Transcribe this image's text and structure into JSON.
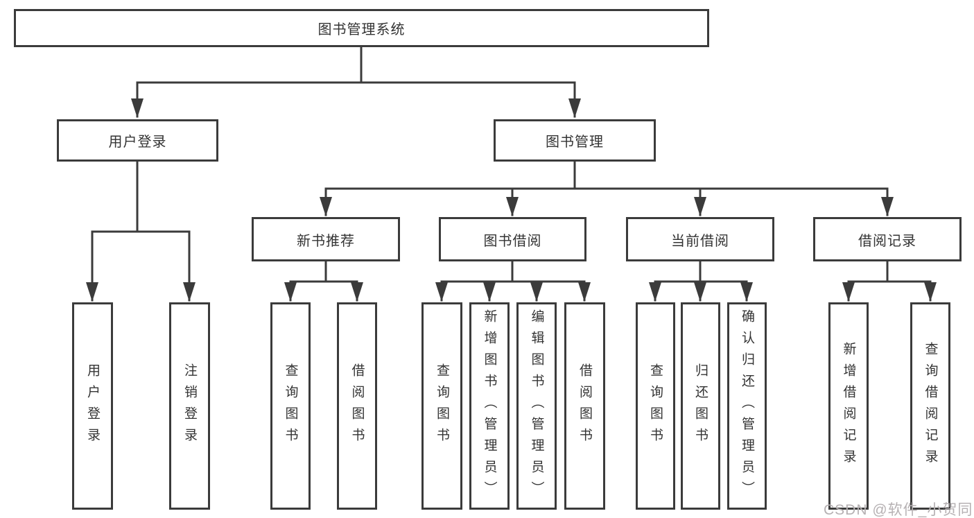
{
  "diagram": {
    "root": {
      "label": "图书管理系统"
    },
    "branches": [
      {
        "label": "用户登录",
        "leaves": [
          "用户登录",
          "注销登录"
        ]
      },
      {
        "label": "图书管理",
        "groups": [
          {
            "label": "新书推荐",
            "leaves": [
              "查询图书",
              "借阅图书"
            ]
          },
          {
            "label": "图书借阅",
            "leaves": [
              "查询图书",
              "新增图书（管理员）",
              "编辑图书（管理员）",
              "借阅图书"
            ]
          },
          {
            "label": "当前借阅",
            "leaves": [
              "查询图书",
              "归还图书",
              "确认归还（管理员）"
            ]
          },
          {
            "label": "借阅记录",
            "leaves": [
              "新增借阅记录",
              "查询借阅记录"
            ]
          }
        ]
      }
    ]
  },
  "colors": {
    "line": "#3b3b3b",
    "text": "#333333",
    "background": "#ffffff",
    "watermark": "#b6b1b3"
  },
  "watermark": {
    "text": "CSDN @软件_小贺同学"
  }
}
